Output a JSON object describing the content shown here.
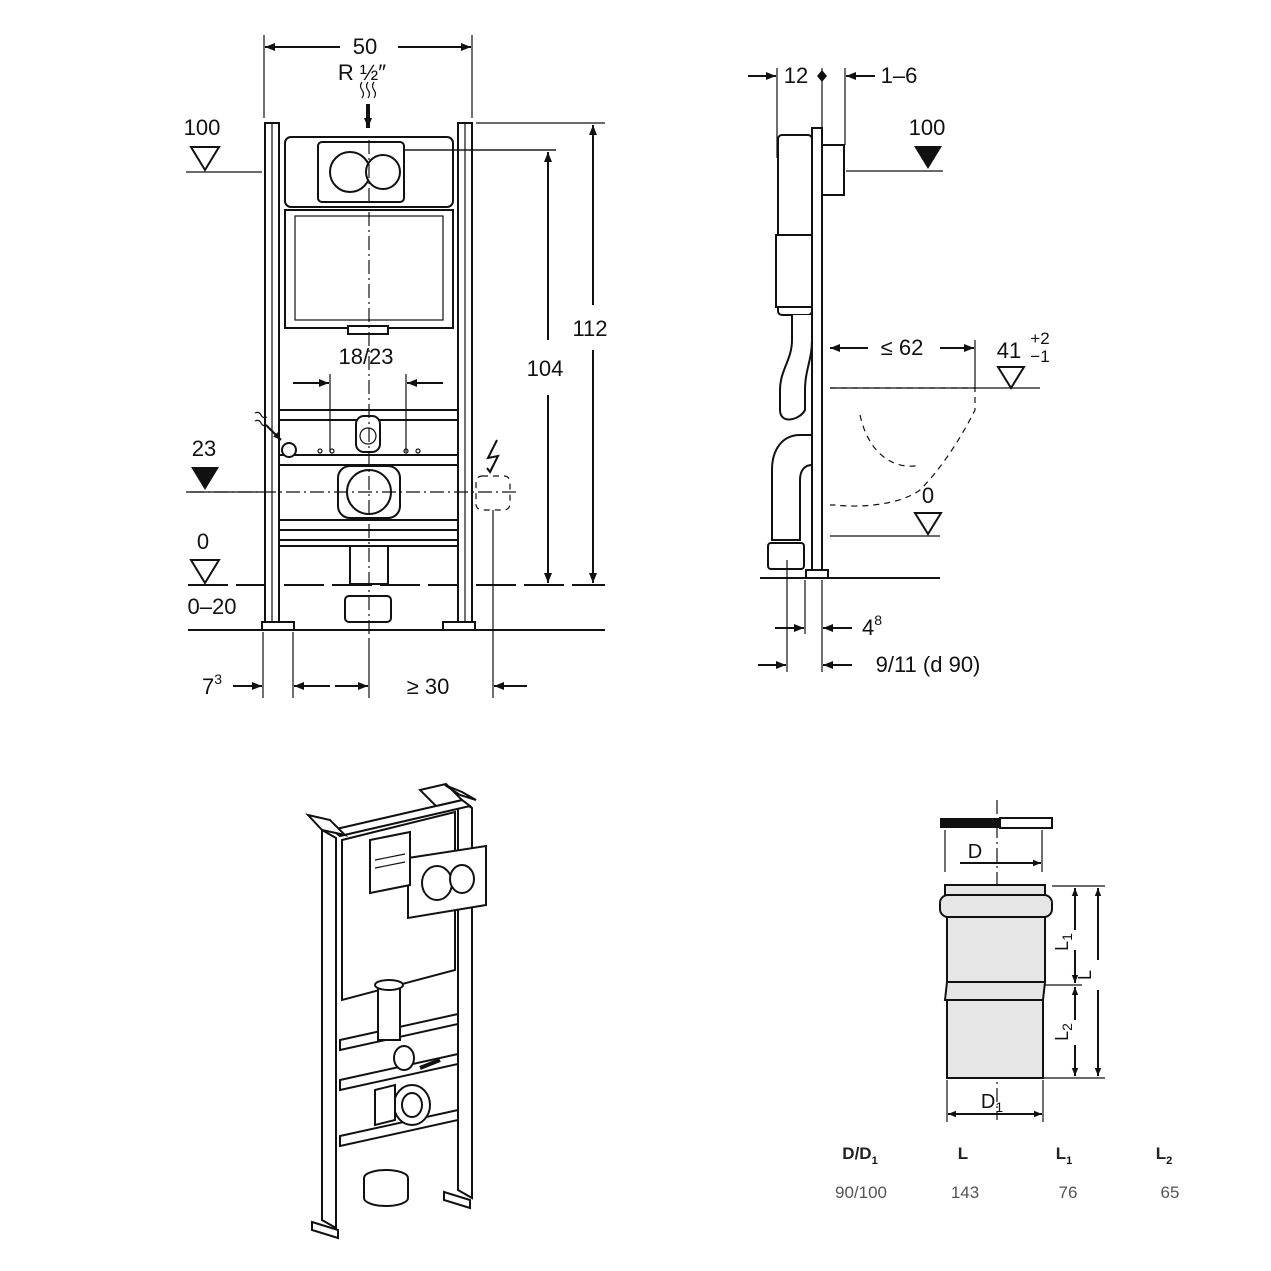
{
  "front_view": {
    "width_label": "50",
    "connection_label": "R ½″",
    "level_100": "100",
    "height_104": "104",
    "height_112": "112",
    "span_18_23": "18/23",
    "level_23": "23",
    "level_0": "0",
    "floor_range": "0–20",
    "offset_7": "7",
    "offset_7_sup": "3",
    "min_30": "≥ 30"
  },
  "side_view": {
    "dim_12": "12",
    "dim_1_6": "1–6",
    "level_100": "100",
    "max_62": "≤ 62",
    "level_41": "41",
    "tol_plus": "+2",
    "tol_minus": "−1",
    "level_0": "0",
    "dim_4": "4",
    "dim_4_sup": "8",
    "dim_9_11": "9/11 (d 90)"
  },
  "pipe_detail": {
    "label_D": "D",
    "label_L1": "L",
    "label_L1_sub": "1",
    "label_L": "L",
    "label_L2": "L",
    "label_L2_sub": "2",
    "label_D1": "D",
    "label_D1_sub": "1"
  },
  "spec_table": {
    "headers": [
      {
        "main": "D/D",
        "sub": "1"
      },
      {
        "main": "L",
        "sub": ""
      },
      {
        "main": "L",
        "sub": "1"
      },
      {
        "main": "L",
        "sub": "2"
      }
    ],
    "values": [
      "90/100",
      "143",
      "76",
      "65"
    ]
  }
}
